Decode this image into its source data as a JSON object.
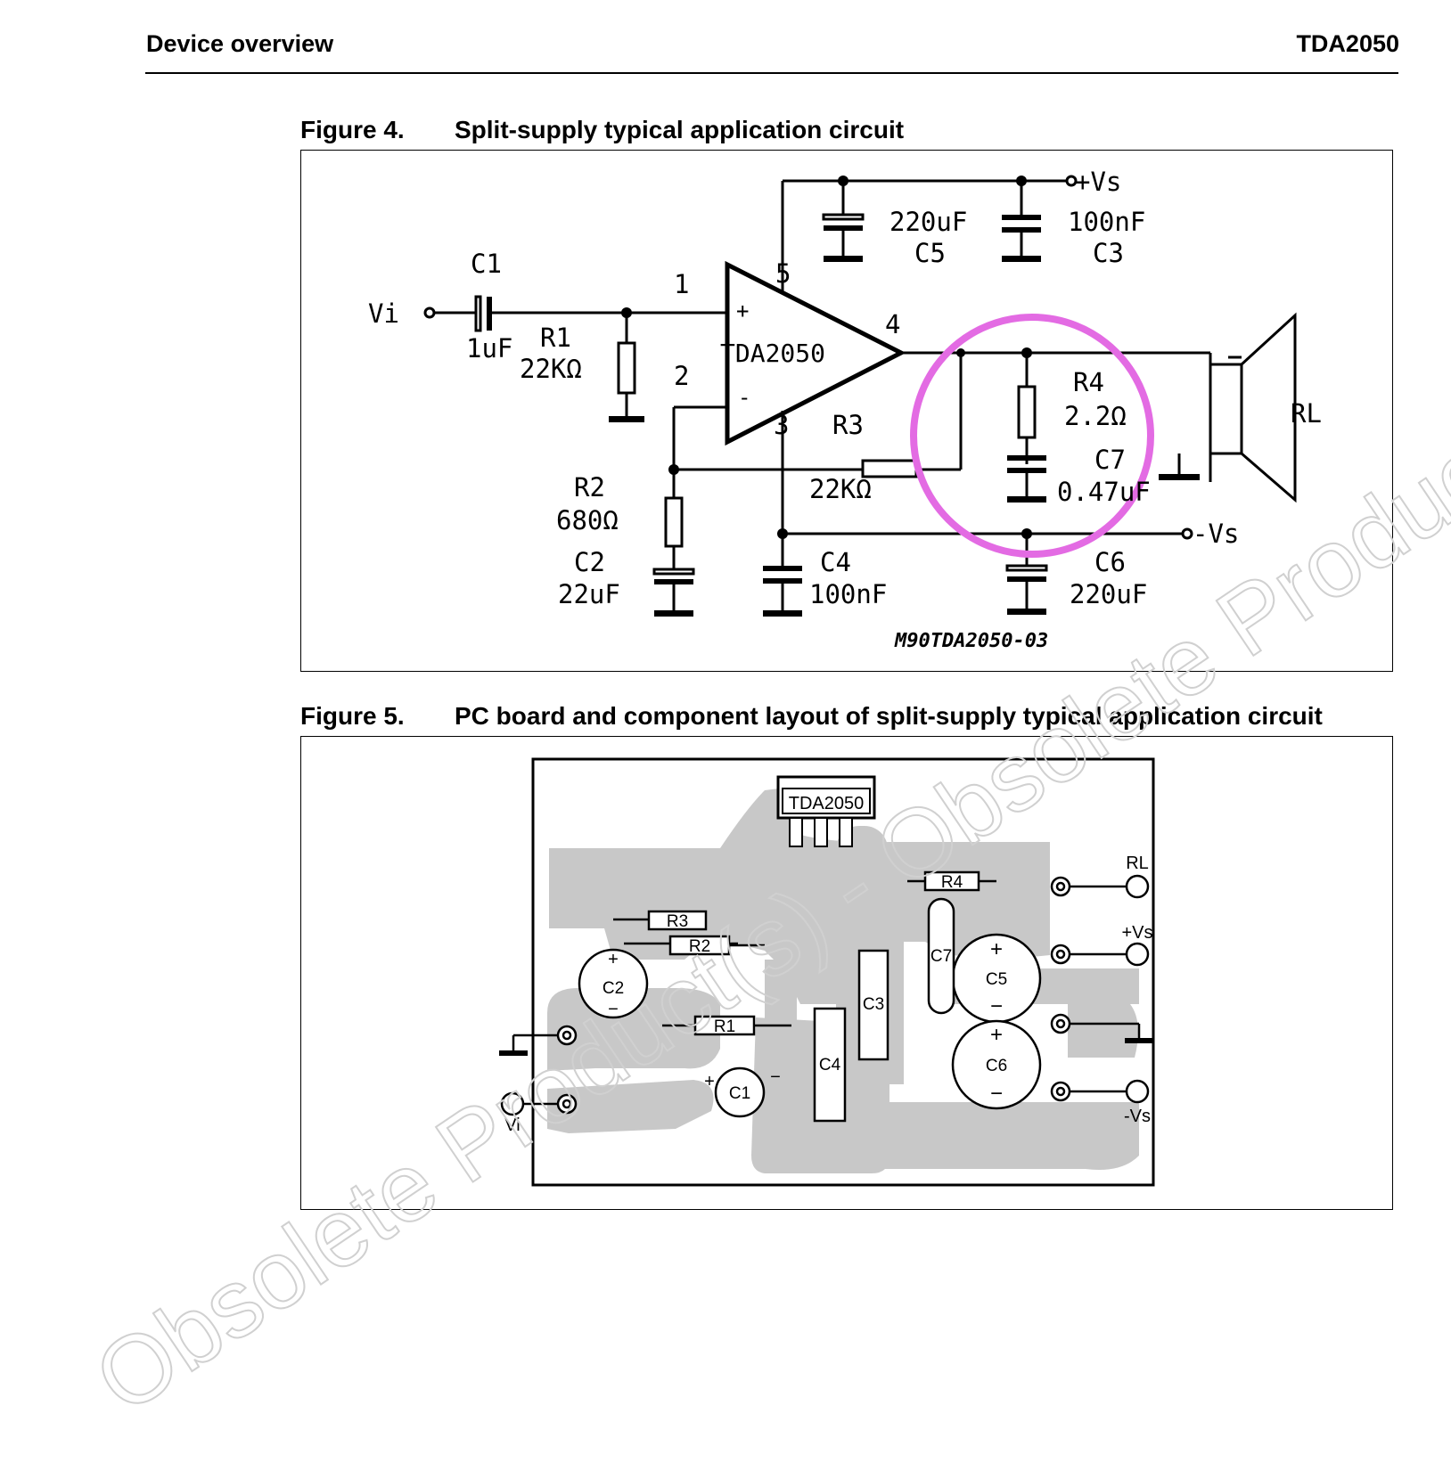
{
  "header": {
    "section": "Device overview",
    "part": "TDA2050"
  },
  "figure4": {
    "number": "Figure 4.",
    "title": "Split-supply typical application circuit",
    "ic_name": "TDA2050",
    "pins": {
      "p1": "1",
      "p2": "2",
      "p3": "3",
      "p4": "4",
      "p5": "5",
      "plus": "+",
      "minus": "-"
    },
    "nets": {
      "vi": "Vi",
      "vs_pos": "+Vs",
      "vs_neg": "-Vs",
      "rl": "RL"
    },
    "components": {
      "c1": {
        "ref": "C1",
        "value": "1uF"
      },
      "r1": {
        "ref": "R1",
        "value": "22KΩ"
      },
      "r2": {
        "ref": "R2",
        "value": "680Ω"
      },
      "c2": {
        "ref": "C2",
        "value": "22uF"
      },
      "r3": {
        "ref": "R3",
        "value": "22KΩ"
      },
      "c4": {
        "ref": "C4",
        "value": "100nF"
      },
      "c5": {
        "ref": "C5",
        "value": "220uF"
      },
      "c3": {
        "ref": "C3",
        "value": "100nF"
      },
      "r4": {
        "ref": "R4",
        "value": "2.2Ω"
      },
      "c7": {
        "ref": "C7",
        "value": "0.47uF"
      },
      "c6": {
        "ref": "C6",
        "value": "220uF"
      }
    },
    "drawing_code": "M90TDA2050-03",
    "highlight_color": "#e36be3"
  },
  "figure5": {
    "number": "Figure 5.",
    "title": "PC board and component layout of split-supply typical application circuit",
    "ic_label": "TDA2050",
    "parts": {
      "r3": "R3",
      "r2": "R2",
      "r1": "R1",
      "r4": "R4",
      "c1": "C1",
      "c2": "C2",
      "c3": "C3",
      "c4": "C4",
      "c5": "C5",
      "c6": "C6",
      "c7": "C7"
    },
    "polarity": {
      "plus": "+",
      "minus": "−"
    },
    "terminals": {
      "rl": "RL",
      "vs_pos": "+Vs",
      "vs_neg": "-Vs",
      "vi": "Vi"
    },
    "trace_color": "#c8c8c8"
  },
  "watermark": {
    "text": "Obsolete Product(s) - Obsolete Product(s)",
    "color": "#d0d0d0"
  }
}
